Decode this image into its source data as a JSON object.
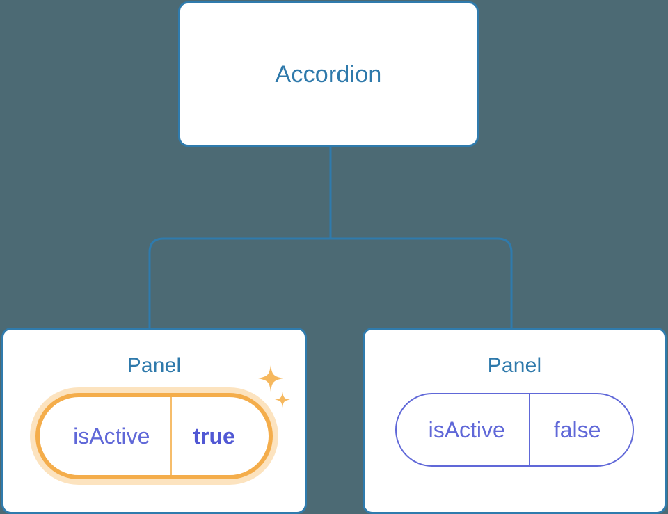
{
  "diagram": {
    "type": "component-tree",
    "background_color": "#4c6a74",
    "node_border_color": "#2f7bad",
    "title_color": "#2e79ab",
    "prop_color": "#6068d8",
    "highlight_color": "#f4ad4b",
    "highlight_glow_color": "#f9d39b",
    "root": {
      "title": "Accordion"
    },
    "children": [
      {
        "title": "Panel",
        "highlighted": true,
        "prop": {
          "key": "isActive",
          "value": "true"
        },
        "sparkle_icons": [
          "sparkle-large-icon",
          "sparkle-small-icon"
        ]
      },
      {
        "title": "Panel",
        "highlighted": false,
        "prop": {
          "key": "isActive",
          "value": "false"
        }
      }
    ]
  }
}
